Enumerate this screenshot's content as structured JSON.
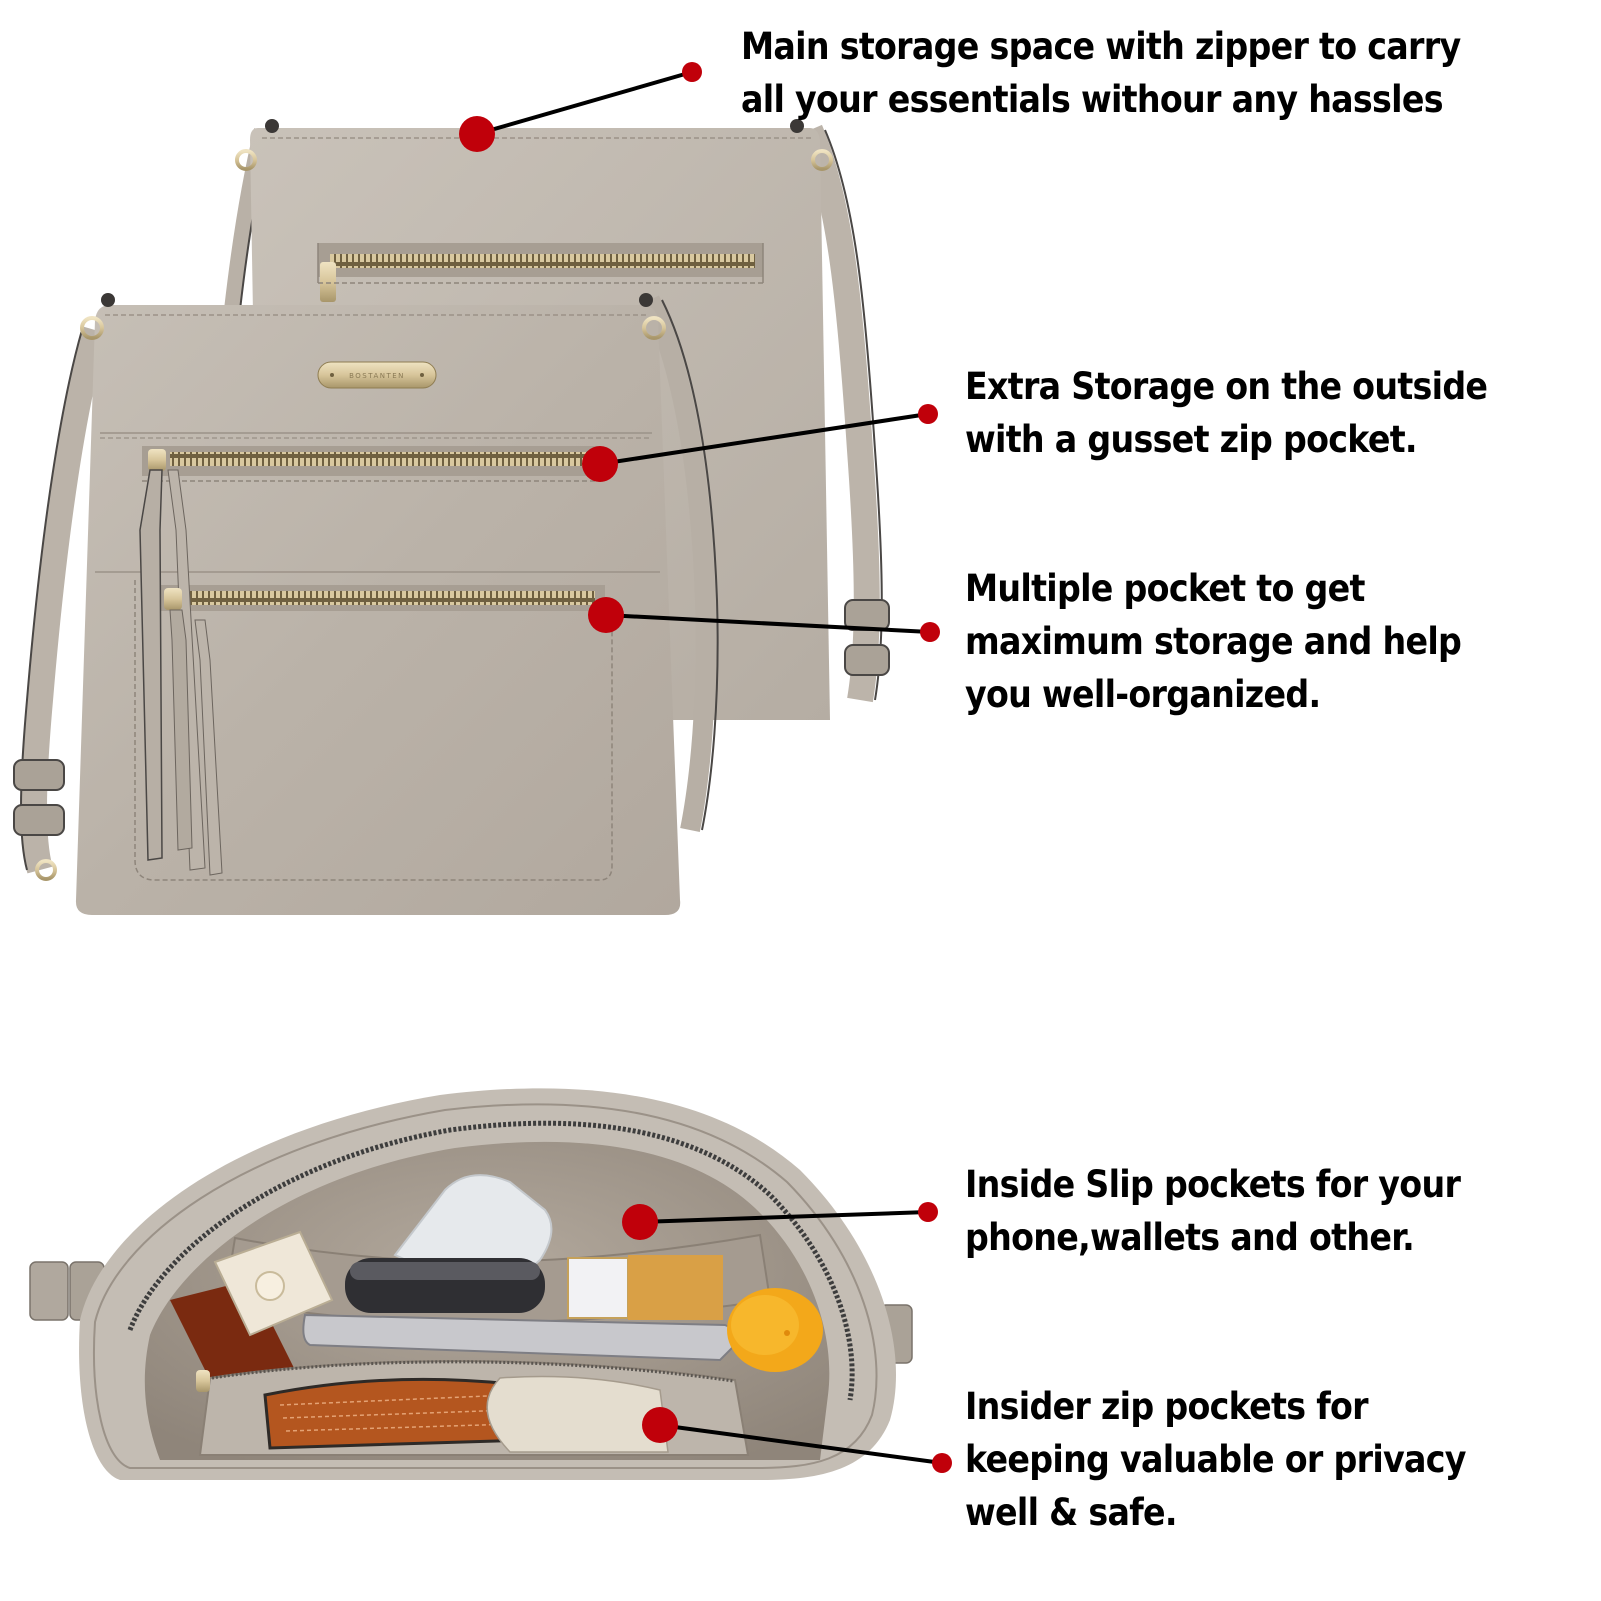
{
  "brand": {
    "logo_text": "BOSTANTEN"
  },
  "colors": {
    "callout_dot": "#c0000a",
    "callout_line": "#000000",
    "bag_leather": "#bdb5ac",
    "bag_leather_dark": "#a89f95",
    "lining": "#a89e93",
    "background": "#ffffff"
  },
  "callouts": [
    {
      "id": "main-storage",
      "text": "Main storage space with zipper to carry\nall your essentials withour any hassles"
    },
    {
      "id": "extra-storage",
      "text": "Extra Storage on the outside\nwith a gusset zip pocket."
    },
    {
      "id": "multiple-pocket",
      "text": "Multiple pocket to get\nmaximum storage and help\nyou well-organized."
    },
    {
      "id": "inside-slip",
      "text": "Inside Slip pockets for your\nphone,wallets and other."
    },
    {
      "id": "inside-zip",
      "text": "Insider zip pockets for\nkeeping valuable or privacy\nwell & safe."
    }
  ],
  "images": {
    "top": "crossbody-bag-front-and-back-view",
    "bottom": "crossbody-bag-open-interior-view"
  }
}
